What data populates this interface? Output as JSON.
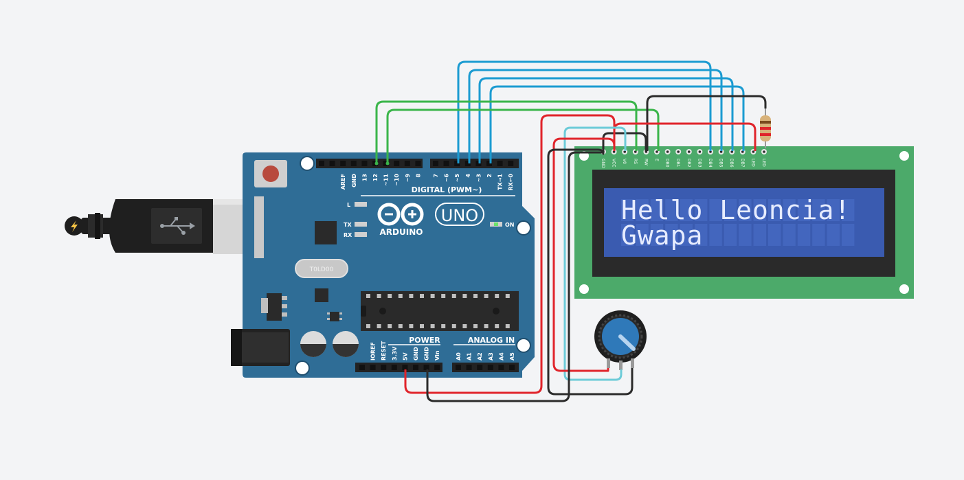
{
  "canvas": {
    "background": "#f3f4f6"
  },
  "arduino": {
    "brand": "ARDUINO",
    "model": "UNO",
    "on_label": "ON",
    "led_l": "L",
    "led_tx": "TX",
    "led_rx": "RX",
    "digital_header": "DIGITAL (PWM~)",
    "power_header": "POWER",
    "analog_header": "ANALOG IN",
    "digital_pins": [
      "AREF",
      "GND",
      "13",
      "12",
      "~11",
      "~10",
      "~9",
      "8",
      "7",
      "~6",
      "~5",
      "4",
      "~3",
      "2",
      "TX→1",
      "RX←0"
    ],
    "power_pins": [
      "IOREF",
      "RESET",
      "3.3V",
      "5V",
      "GND",
      "GND",
      "Vin"
    ],
    "analog_pins": [
      "A0",
      "A1",
      "A2",
      "A3",
      "A4",
      "A5"
    ],
    "crystal_label": "T0LD00",
    "board_color": "#2f6d96"
  },
  "lcd": {
    "pins": [
      "GND",
      "VCC",
      "V0",
      "RS",
      "RW",
      "E",
      "DB0",
      "DB1",
      "DB2",
      "DB3",
      "DB4",
      "DB5",
      "DB6",
      "DB7",
      "LED",
      "LED"
    ],
    "line1": "Hello Leoncia!",
    "line2": "Gwapa",
    "pcb_color": "#4caa6a",
    "screen_color": "#3a5bb0"
  },
  "wires": {
    "blue": "#1b9bd1",
    "green": "#3ab54a",
    "red": "#e0242b",
    "black": "#2b2b2b",
    "cyan": "#6ccbd8"
  }
}
